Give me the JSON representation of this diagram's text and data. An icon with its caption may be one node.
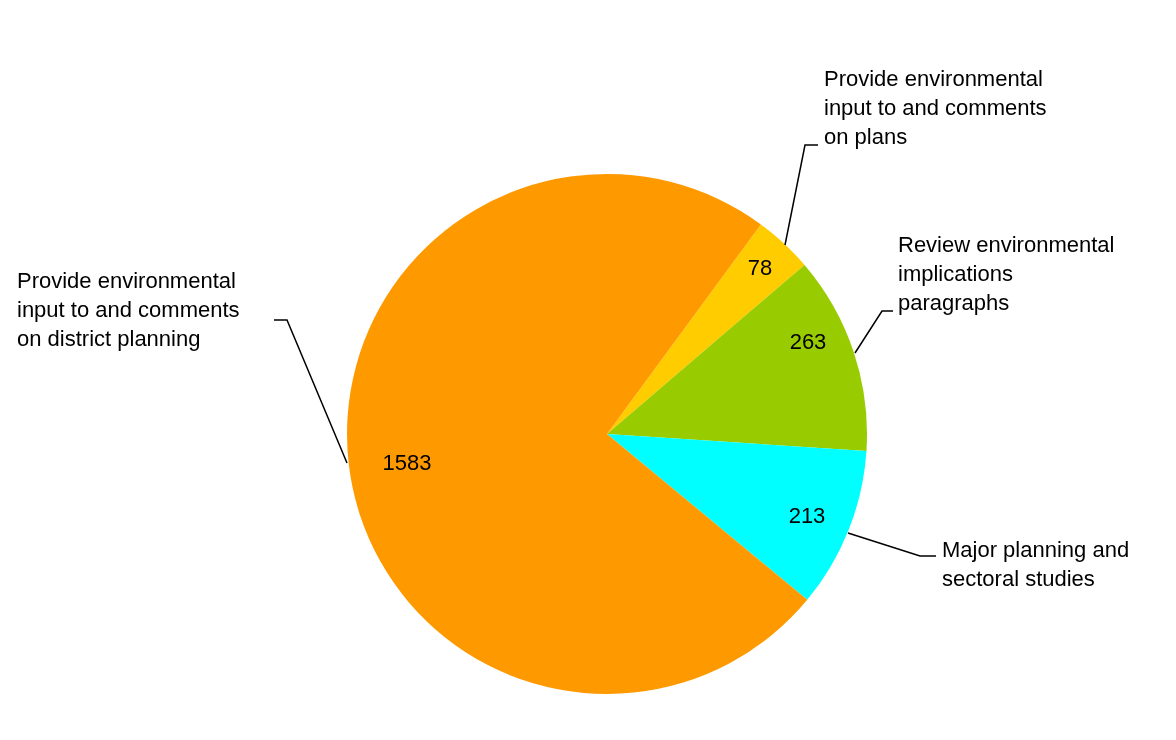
{
  "diagram": {
    "chart_data": {
      "type": "pie",
      "categories": [
        "Provide environmental input to and comments on plans",
        "Review environmental implications paragraphs",
        "Major planning and sectoral studies",
        "Provide environmental input to and comments on district planning"
      ],
      "series": [
        {
          "values": [
            78,
            263,
            213,
            1583
          ]
        }
      ],
      "colors": [
        "#ffcc00",
        "#99cc00",
        "#00ffff",
        "#ff9900"
      ],
      "data_labels": true
    }
  }
}
